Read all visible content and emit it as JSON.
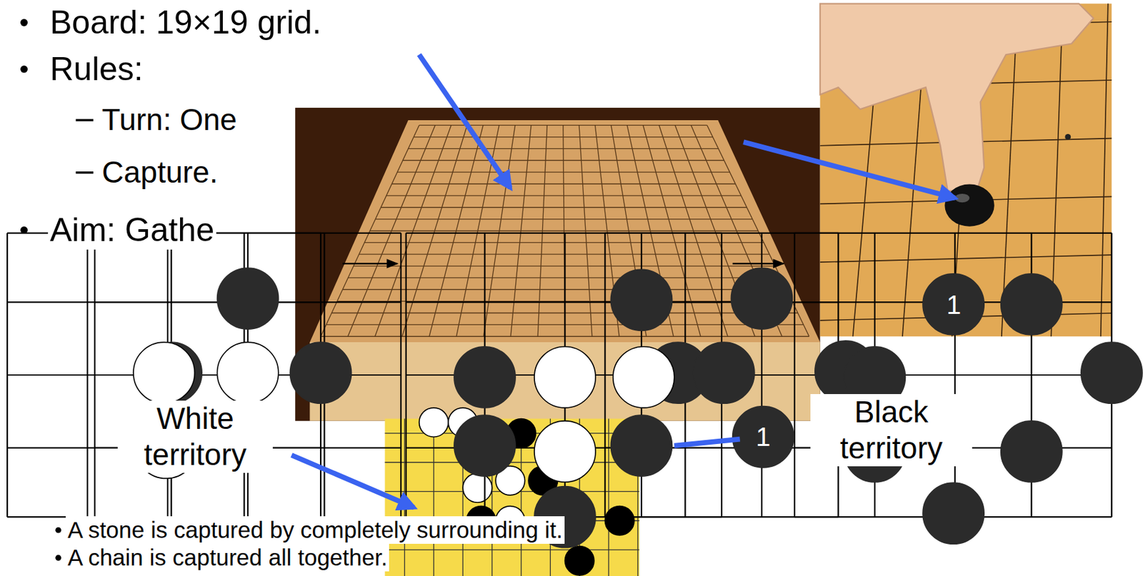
{
  "diagram": {
    "labels": [
      "Board: 19×19 grid.",
      "Rules:",
      "Turn: One",
      "Capture.",
      "Aim: Gathe",
      "White territory",
      "Black territory",
      "1",
      "1",
      "A stone is captured by completely surrounding it.",
      "A chain is captured all together."
    ]
  }
}
